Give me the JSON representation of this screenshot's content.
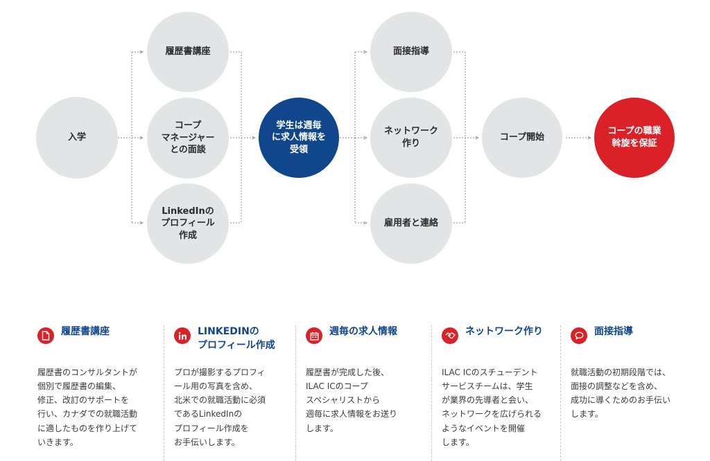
{
  "flow": {
    "nodes": {
      "nyugaku": "入学",
      "rirekisho": "履歴書講座",
      "coop_manager": "コープ\nマネージャー\nとの面談",
      "linkedin": "LinkedInの\nプロフィール\n作成",
      "weekly_jobs": "学生は週毎\nに求人情報を\n受領",
      "mensetsu": "面接指導",
      "network": "ネットワーク\n作り",
      "employer": "雇用者と連絡",
      "coop_start": "コープ開始",
      "guarantee": "コープの職業\n斡旋を保証"
    },
    "colors": {
      "gray": "#e3e4e6",
      "blue": "#0f468c",
      "red": "#db2128",
      "connector": "#8c8c8c"
    }
  },
  "details": {
    "resume": {
      "icon": "document-icon",
      "title": "履歴書講座",
      "body": "履歴書のコンサルタントが\n個別で履歴書の編集、\n修正、改訂のサポートを\n行い、カナダでの就職活動\nに適したものを作り上げて\nいきます。"
    },
    "linkedin": {
      "icon": "linkedin-icon",
      "title": "LINKEDINの\nプロフィール作成",
      "body": "プロが撮影するプロフィ\nール用の写真を含め、\n北米での就職活動に必須\nであるLinkedInの\nプロフィール作成を\nお手伝いします。"
    },
    "weekly": {
      "icon": "calendar-icon",
      "title": "週毎の求人情報",
      "body": "履歴書が完成した後、\nILAC ICのコープ\nスペシャリストから\n週毎に求人情報をお送り\nします。"
    },
    "network": {
      "icon": "handshake-icon",
      "title": "ネットワーク作り",
      "body": "ILAC ICのスチューデント\nサービスチームは、学生\nが業界の先導者と会い、\nネットワークを広げられる\nようなイベントを開催\nします。"
    },
    "interview": {
      "icon": "speech-bubble-icon",
      "title": "面接指導",
      "body": "就職活動の初期段階では、\n面接の調整などを含め、\n成功に導くためのお手伝い\nします。"
    }
  }
}
